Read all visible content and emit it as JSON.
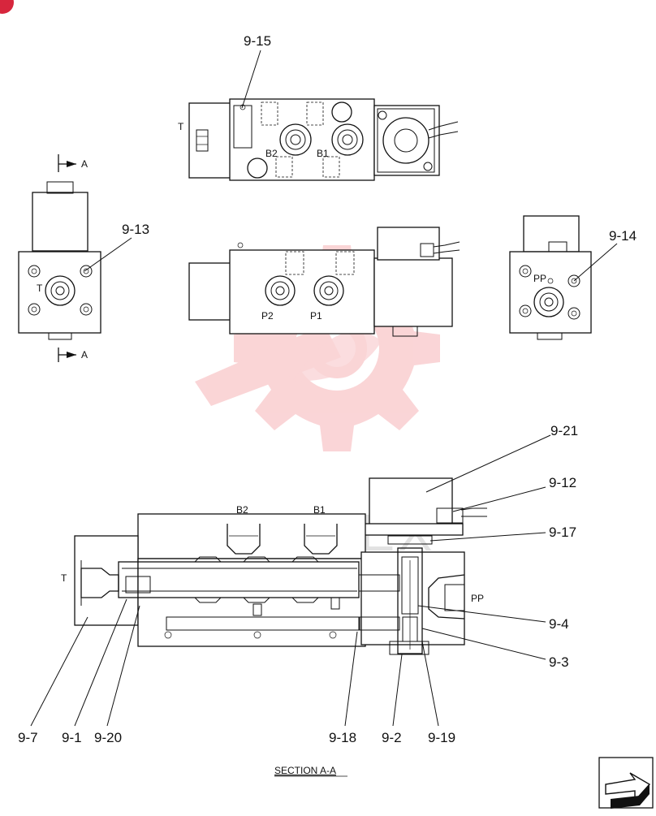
{
  "callouts": {
    "c9_15": "9-15",
    "c9_13": "9-13",
    "c9_14": "9-14",
    "c9_21": "9-21",
    "c9_12": "9-12",
    "c9_17": "9-17",
    "c9_4": "9-4",
    "c9_3": "9-3",
    "c9_7": "9-7",
    "c9_1": "9-1",
    "c9_20": "9-20",
    "c9_18": "9-18",
    "c9_2": "9-2",
    "c9_19": "9-19"
  },
  "ports": {
    "t": "T",
    "b1": "B1",
    "b2": "B2",
    "p1": "P1",
    "p2": "P2",
    "pp": "PP"
  },
  "section_marker": "A",
  "section_title": "SECTION  A-A",
  "watermark_text": "ИНТЕХ",
  "colors": {
    "line": "#111111",
    "watermark": "#f6b3b6",
    "badge": "#d7263d"
  },
  "icons": {
    "badge": "red-corner-badge-icon",
    "nav": "next-page-arrow-icon",
    "watermark": "gear-logo-watermark-icon"
  }
}
